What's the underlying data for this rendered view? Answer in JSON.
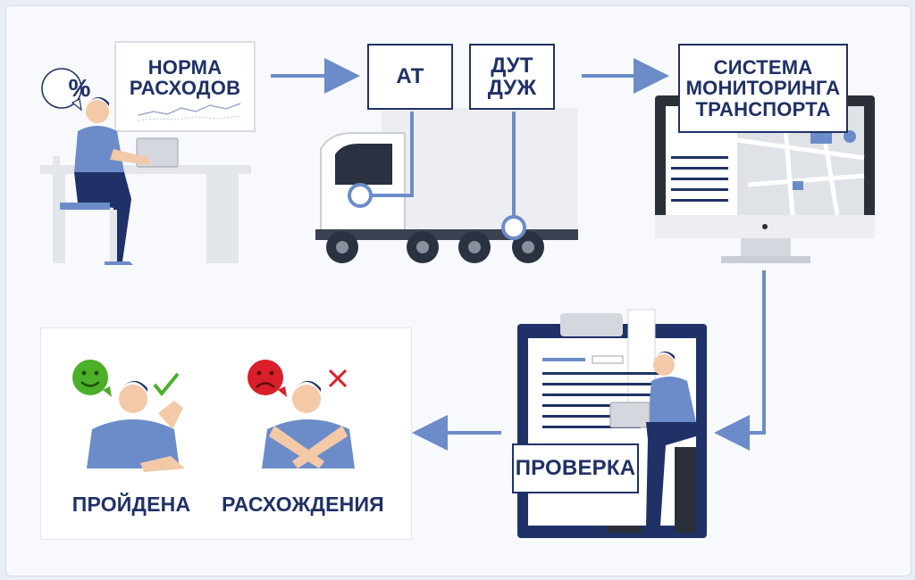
{
  "labels": {
    "consumption_norm": "НОРМА РАСХОДОВ",
    "at": "АТ",
    "dut_duzh_line1": "ДУТ",
    "dut_duzh_line2": "ДУЖ",
    "monitoring_line1": "СИСТЕМА",
    "monitoring_line2": "МОНИТОРИНГА",
    "monitoring_line3": "ТРАНСПОРТА",
    "check": "ПРОВЕРКА",
    "passed": "ПРОЙДЕНА",
    "discrepancies": "РАСХОЖДЕНИЯ",
    "percent_symbol": "%"
  },
  "colors": {
    "navy": "#1f3166",
    "accent_blue": "#6b8cc9",
    "light_gray": "#e6e8ec",
    "success_green": "#4caf2a",
    "error_red": "#d81f2a"
  }
}
